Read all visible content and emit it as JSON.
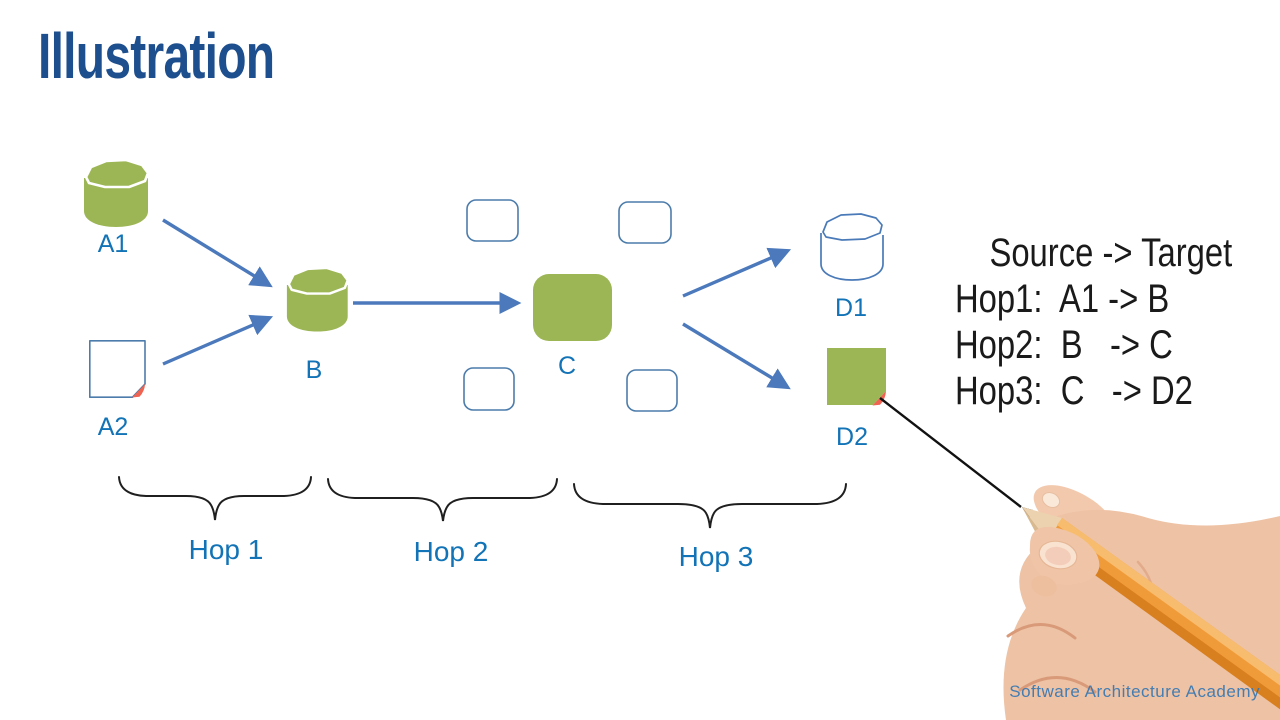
{
  "title": "Illustration",
  "diagram": {
    "nodes": [
      {
        "id": "A1",
        "label": "A1",
        "type": "database-cylinder",
        "style": "green-filled"
      },
      {
        "id": "A2",
        "label": "A2",
        "type": "document",
        "style": "white-outline-red-fold"
      },
      {
        "id": "B",
        "label": "B",
        "type": "database-cylinder",
        "style": "green-filled"
      },
      {
        "id": "C",
        "label": "C",
        "type": "process-rounded-square",
        "style": "green-filled"
      },
      {
        "id": "D1",
        "label": "D1",
        "type": "database-cylinder",
        "style": "blue-outline"
      },
      {
        "id": "D2",
        "label": "D2",
        "type": "document",
        "style": "green-filled-red-fold"
      }
    ],
    "placeholder_boxes": {
      "count": 4,
      "style": "small-white-rounded-rect-blue-outline"
    },
    "edges": [
      {
        "from": "A1",
        "to": "B"
      },
      {
        "from": "A2",
        "to": "B"
      },
      {
        "from": "B",
        "to": "C"
      },
      {
        "from": "C",
        "to": "D1"
      },
      {
        "from": "C",
        "to": "D2"
      }
    ],
    "hops": [
      {
        "label": "Hop 1"
      },
      {
        "label": "Hop 2"
      },
      {
        "label": "Hop 3"
      }
    ],
    "annotation_pointer": {
      "from": "D2",
      "to": "pencil-tip"
    }
  },
  "mapping_text": {
    "header": "Source -> Target",
    "rows": [
      "Hop1:  A1 -> B",
      "Hop2:  B   -> C",
      "Hop3:  C   -> D2"
    ]
  },
  "watermark": "Software Architecture Academy",
  "icons": [
    "database-cylinder-icon",
    "document-icon",
    "process-box-icon",
    "curly-brace-icon",
    "arrow-icon",
    "hand-with-pencil-icon"
  ],
  "colors": {
    "title_navy": "#1d4e8d",
    "label_blue": "#1273b6",
    "arrow_blue": "#4b79bb",
    "outline_blue": "#4c7cab",
    "node_green": "#9cb655",
    "fold_red": "#ee6351",
    "brace_black": "#1f1f1f",
    "text_black": "#1a1a1a",
    "pencil_orange": "#f09b3a",
    "skin": "#eec2a4"
  }
}
